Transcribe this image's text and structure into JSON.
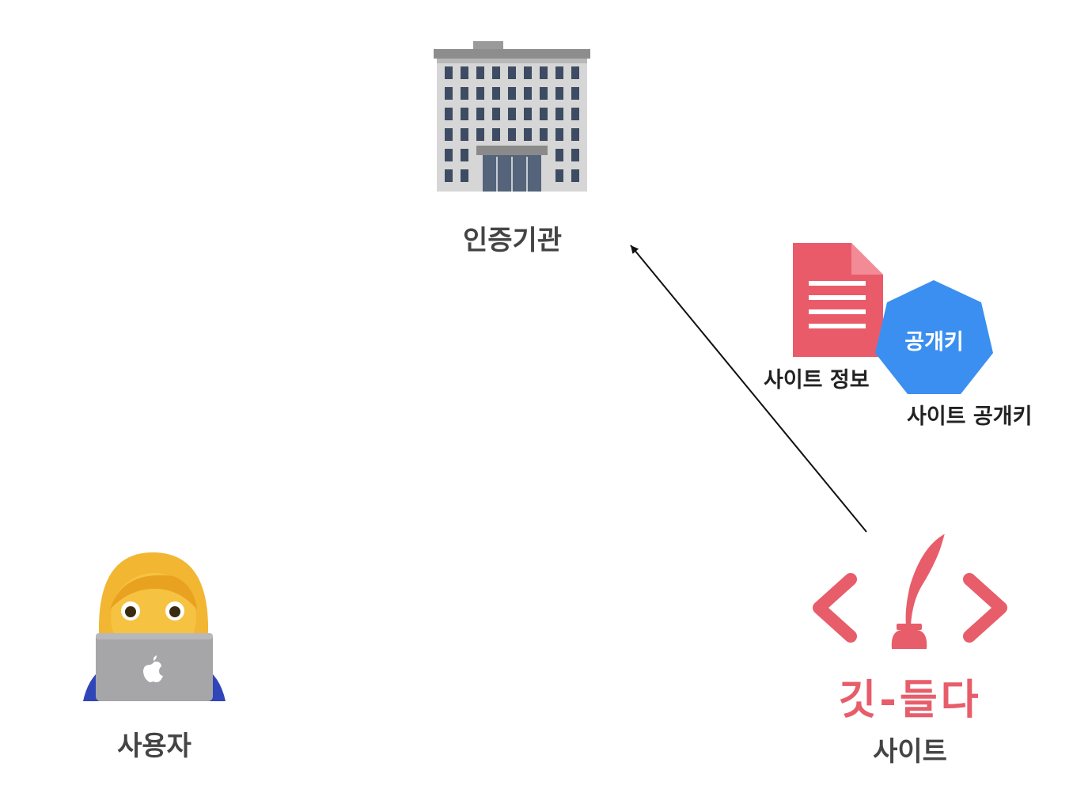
{
  "authority": {
    "label": "인증기관",
    "icon": "office-building-icon"
  },
  "user": {
    "label": "사용자",
    "icon": "woman-technologist-icon"
  },
  "site": {
    "label": "사이트",
    "logo_text": "깃-들다",
    "icon": "quill-code-logo-icon"
  },
  "payload": {
    "document_label": "사이트 정보",
    "key_text": "공개키",
    "key_label": "사이트 공개키",
    "document_icon": "document-icon",
    "key_icon": "public-key-heptagon-icon"
  },
  "colors": {
    "accent_red": "#e85d6a",
    "key_blue": "#3b8ff0",
    "label_gray": "#444444"
  }
}
